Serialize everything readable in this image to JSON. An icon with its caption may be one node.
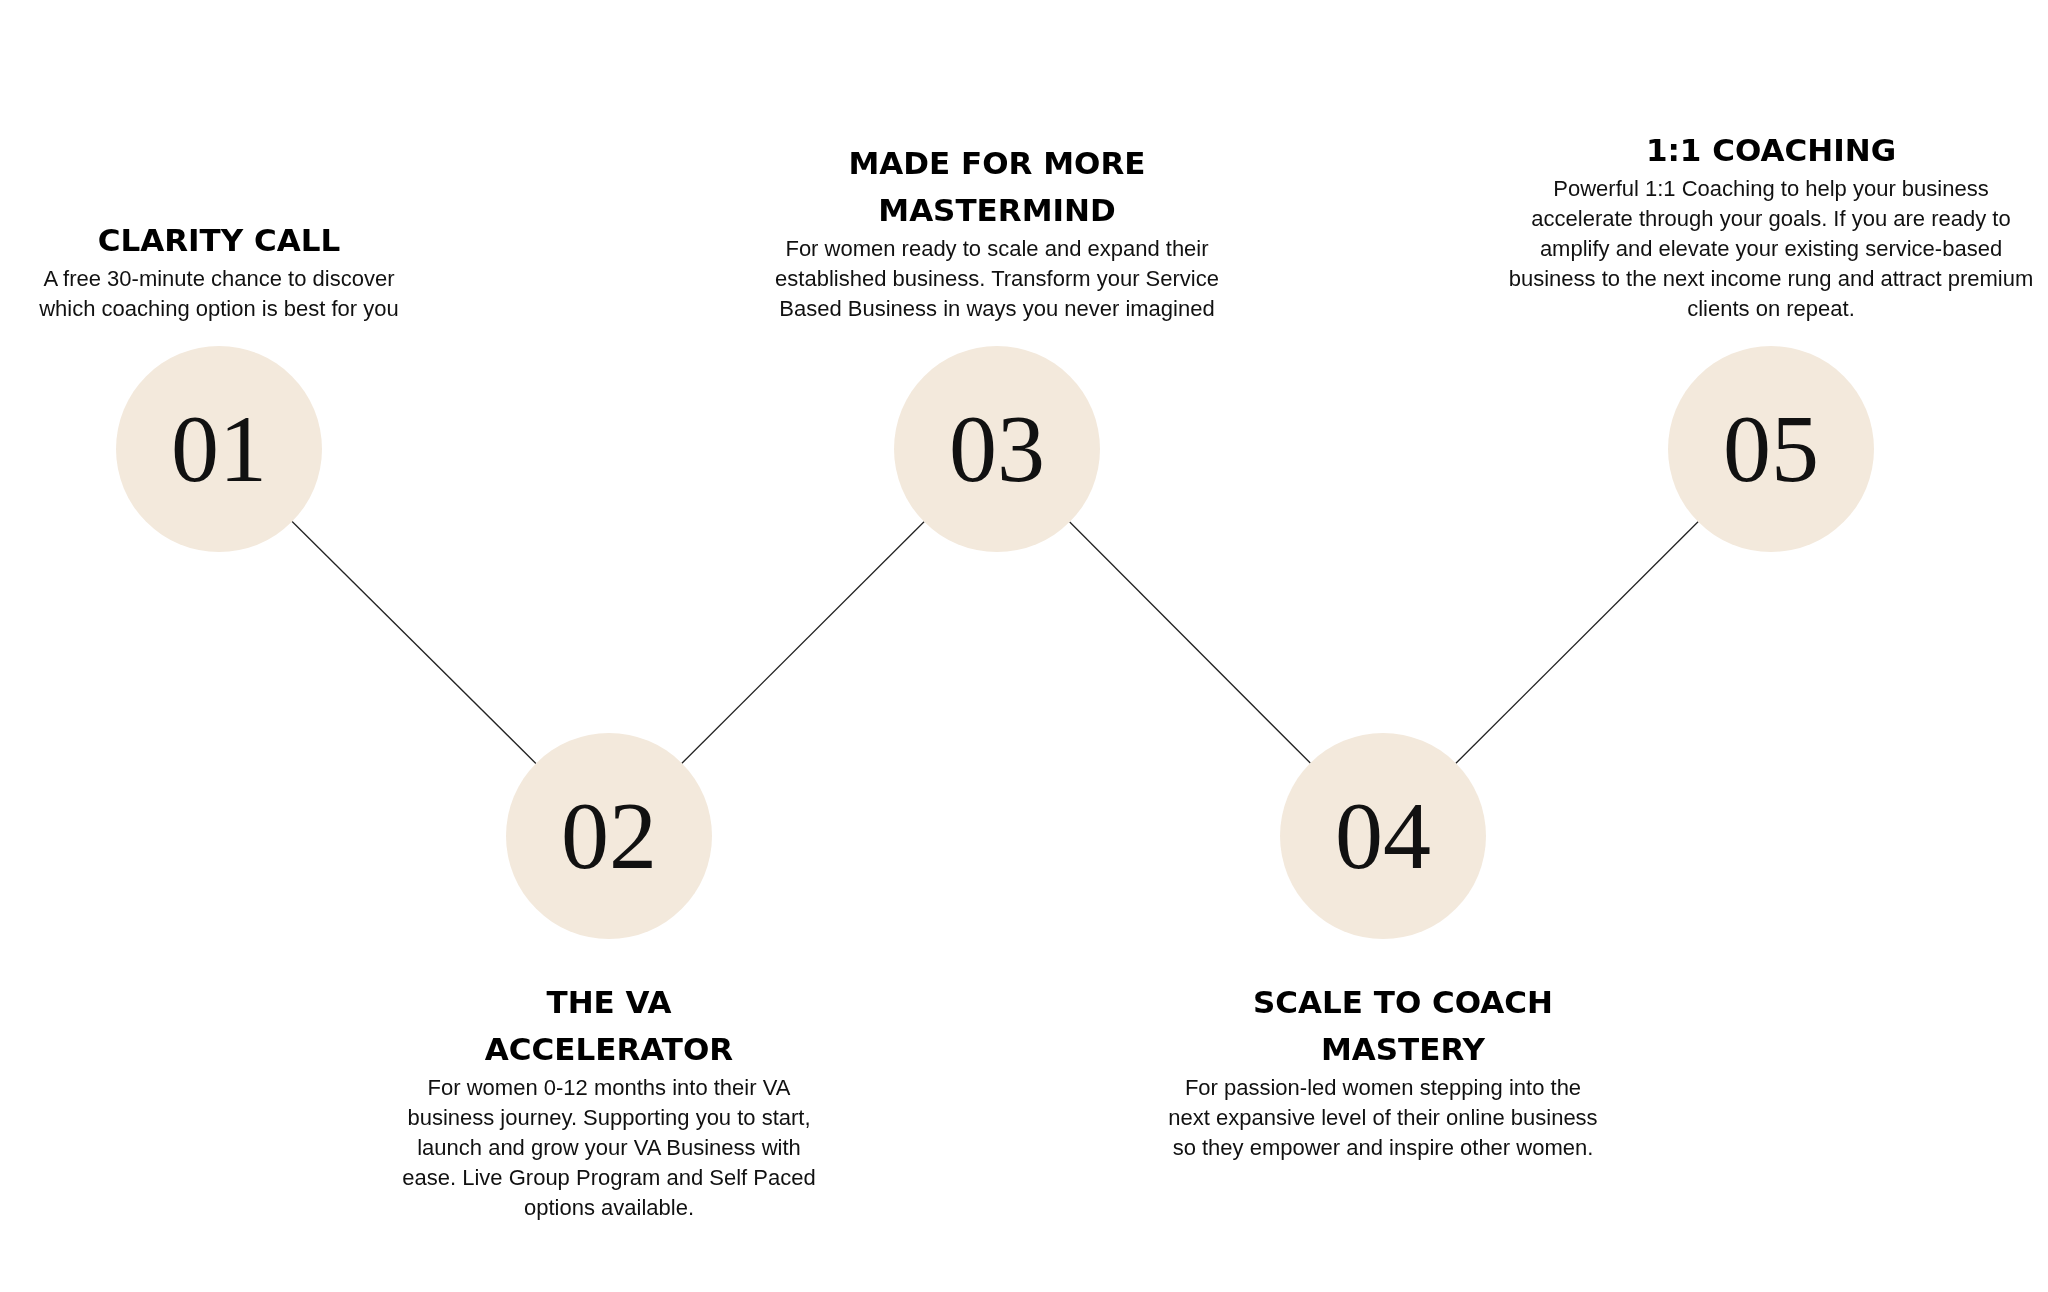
{
  "diagram": {
    "nodes": [
      {
        "text": [
          "01"
        ],
        "beside": [
          "CLARITY CALL",
          "A free 30-minute chance to discover which coaching option is best for you"
        ]
      },
      {
        "text": [
          "02"
        ],
        "beside": [
          "THE VA ACCELERATOR",
          "For women 0-12 months into their VA business journey. Supporting you to start, launch and grow your VA Business with ease. Live Group Program and Self Paced options available."
        ]
      },
      {
        "text": [
          "03"
        ],
        "beside": [
          "MADE FOR MORE MASTERMIND",
          "For women ready to scale and expand their established business. Transform your Service Based Business in ways you never imagined"
        ]
      },
      {
        "text": [
          "04"
        ],
        "beside": [
          "SCALE TO COACH MASTERY",
          "For passion-led women stepping into the next expansive level of their online business so they empower and inspire other women."
        ]
      },
      {
        "text": [
          "05"
        ],
        "beside": [
          "1:1 COACHING",
          "Powerful 1:1 Coaching to help your business accelerate through your goals.  If you are ready to amplify and elevate your existing service-based business to the next income rung and attract premium clients on repeat."
        ]
      }
    ],
    "edges": [
      {
        "from": 0,
        "to": 1,
        "arrow": "none"
      },
      {
        "from": 1,
        "to": 2,
        "arrow": "none"
      },
      {
        "from": 2,
        "to": 3,
        "arrow": "none"
      },
      {
        "from": 3,
        "to": 4,
        "arrow": "none"
      }
    ]
  }
}
